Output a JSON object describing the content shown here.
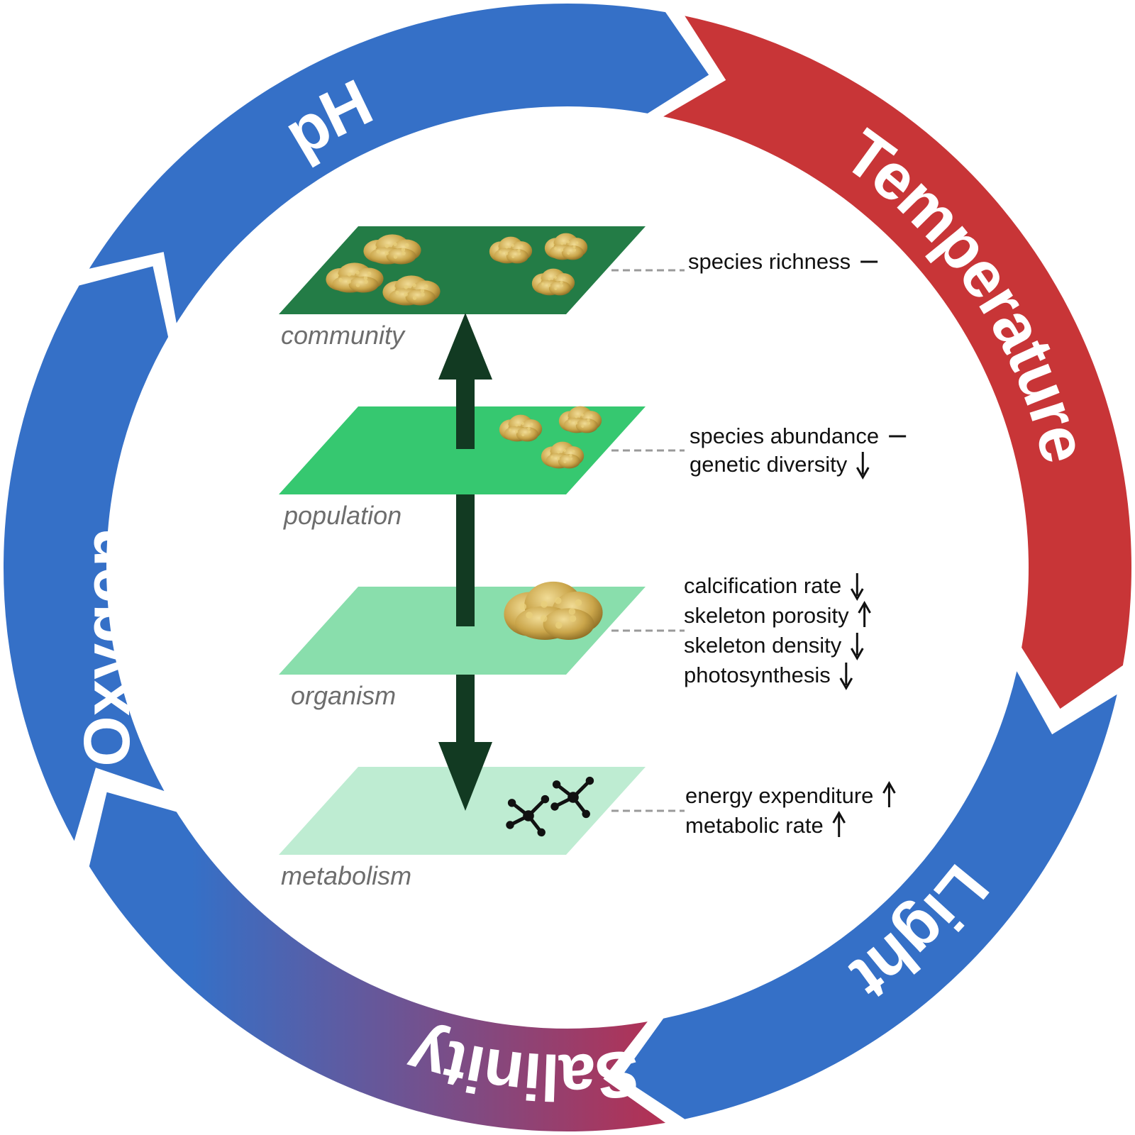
{
  "ring": [
    {
      "label": "pH",
      "color": "#3570c7"
    },
    {
      "label": "Temperature",
      "color": "#c83537"
    },
    {
      "label": "Light",
      "color": "#3570c7"
    },
    {
      "label": "Salinity",
      "color_start": "#3570c7",
      "color_end": "#dc1c2e"
    },
    {
      "label": "Oxygen",
      "color": "#3570c7"
    }
  ],
  "levels": [
    {
      "label": "community",
      "color": "#237c46",
      "effects": [
        {
          "text": "species richness",
          "trend": "none"
        }
      ]
    },
    {
      "label": "population",
      "color": "#36c870",
      "effects": [
        {
          "text": "species abundance",
          "trend": "none"
        },
        {
          "text": "genetic diversity",
          "trend": "down"
        }
      ]
    },
    {
      "label": "organism",
      "color": "#89deac",
      "effects": [
        {
          "text": "calcification rate",
          "trend": "down"
        },
        {
          "text": "skeleton porosity",
          "trend": "up"
        },
        {
          "text": "skeleton density",
          "trend": "down"
        },
        {
          "text": "photosynthesis",
          "trend": "down"
        }
      ]
    },
    {
      "label": "metabolism",
      "color": "#beecd2",
      "effects": [
        {
          "text": "energy expenditure",
          "trend": "up"
        },
        {
          "text": "metabolic rate",
          "trend": "up"
        }
      ]
    }
  ],
  "colors": {
    "axis_arrow": "#123a22",
    "coral": "#caa54a",
    "molecule": "#111111"
  },
  "icons": [
    "coral-colony-icon",
    "molecule-icon"
  ]
}
